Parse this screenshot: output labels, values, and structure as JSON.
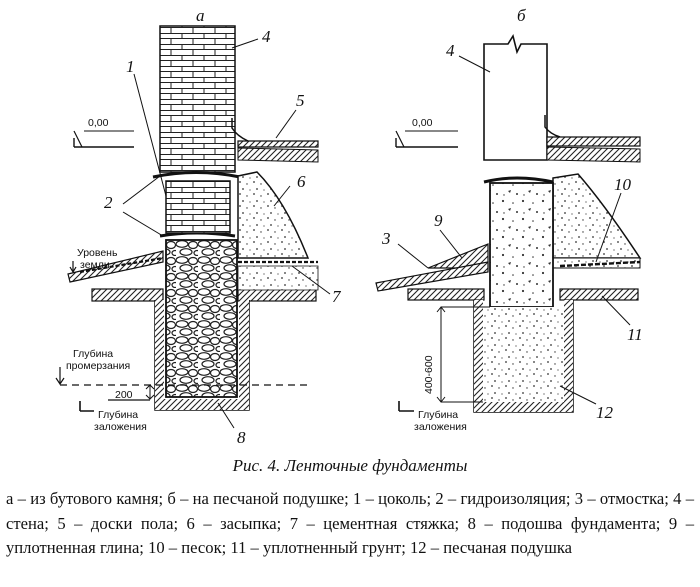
{
  "figure": {
    "caption": "Рис. 4. Ленточные фундаменты",
    "legend": "а – из бутового камня; б – на песчаной подушке; 1 – цоколь; 2 – гидроизоляция; 3 – отмостка; 4 – стена; 5 – доски пола; 6 – засыпка; 7 – цементная стяжка; 8 – подошва фундамента; 9 – уплотненная глина; 10 – песок; 11 – уплотненный грунт; 12 – песчаная подушка",
    "variant_a": "а",
    "variant_b": "б",
    "level_zero_a": "0,00",
    "level_zero_b": "0,00",
    "ground_level": [
      "Уровень",
      "земли"
    ],
    "freezing_depth": [
      "Глубина",
      "промерзания"
    ],
    "laying_depth_a": [
      "Глубина",
      "заложения"
    ],
    "laying_depth_b": [
      "Глубина",
      "заложения"
    ],
    "dim_200": "200",
    "dim_400_600": "400-600",
    "callouts": [
      "1",
      "2",
      "3",
      "4",
      "4",
      "5",
      "6",
      "7",
      "8",
      "9",
      "10",
      "11",
      "12"
    ]
  }
}
